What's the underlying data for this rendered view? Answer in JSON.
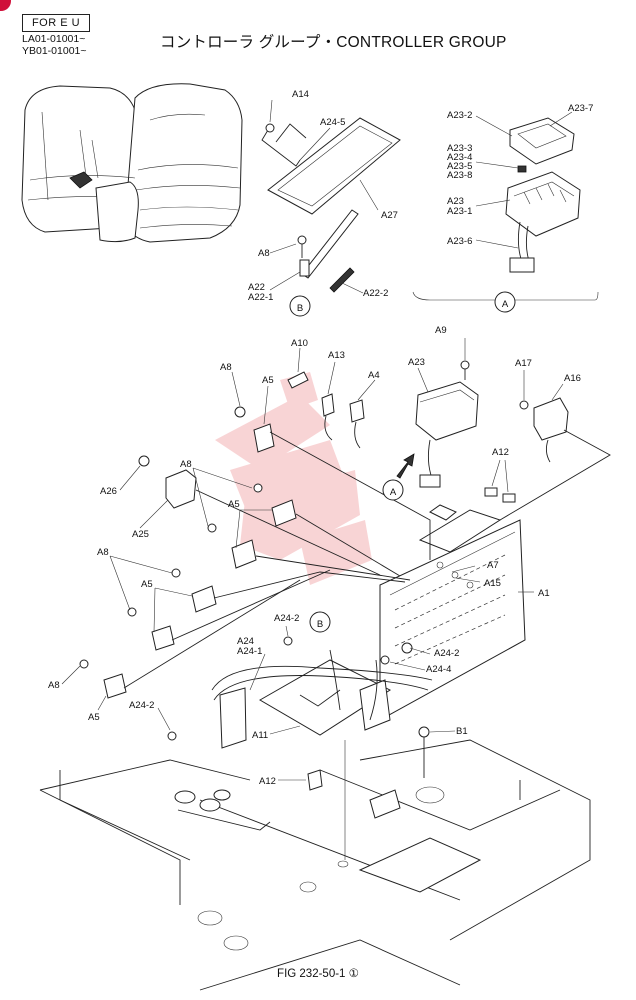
{
  "header": {
    "region": "FOR E U",
    "serials": [
      "LA01-01001~",
      "YB01-01001~"
    ],
    "title": "コントローラ グループ・CONTROLLER GROUP"
  },
  "caption": "FIG 232-50-1 ①",
  "detail_marks": {
    "a": "A",
    "b": "B"
  },
  "parts": {
    "a14": "A14",
    "a24_5": "A24-5",
    "a27": "A27",
    "a8": "A8",
    "a22": "A22",
    "a22_1": "A22-1",
    "a22_2": "A22-2",
    "a23_2": "A23-2",
    "a23_7": "A23-7",
    "a23_3": "A23-3",
    "a23_4": "A23-4",
    "a23_5": "A23-5",
    "a23_8": "A23-8",
    "a23": "A23",
    "a23_1": "A23-1",
    "a23_6": "A23-6",
    "a10": "A10",
    "a13": "A13",
    "a4": "A4",
    "a5": "A5",
    "a9": "A9",
    "a17": "A17",
    "a16": "A16",
    "a12": "A12",
    "a26": "A26",
    "a25": "A25",
    "a7": "A7",
    "a15": "A15",
    "a1": "A1",
    "a24_2": "A24-2",
    "a24": "A24",
    "a24_1": "A24-1",
    "a24_4": "A24-4",
    "a11": "A11",
    "b1": "B1"
  },
  "colors": {
    "watermark": "#f2a0a4",
    "marker": "#d0103a",
    "line": "#222222"
  }
}
